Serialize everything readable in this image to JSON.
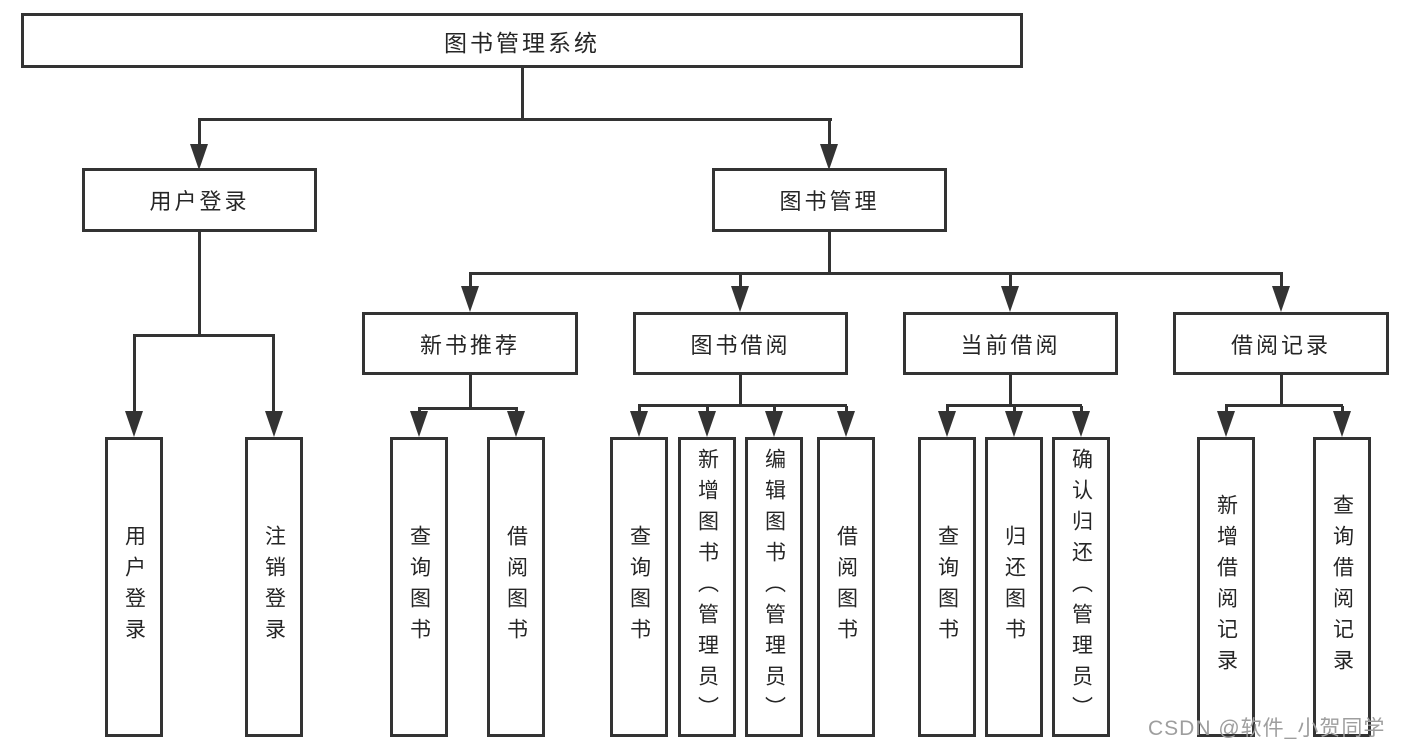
{
  "diagram_title": "图书管理系统",
  "watermark": "CSDN @软件_小贺同学",
  "colors": {
    "line": "#333333",
    "text": "#262626",
    "background": "#ffffff",
    "watermark": "#9e9e9e"
  },
  "nodes": {
    "root": {
      "label": "图书管理系统"
    },
    "user_login": {
      "label": "用户登录",
      "parent": "图书管理系统"
    },
    "book_management": {
      "label": "图书管理",
      "parent": "图书管理系统"
    },
    "leaf_user_login": {
      "label": "用户登录",
      "parent": "用户登录"
    },
    "leaf_logout": {
      "label": "注销登录",
      "parent": "用户登录"
    },
    "new_book_recommend": {
      "label": "新书推荐",
      "parent": "图书管理"
    },
    "book_borrowing": {
      "label": "图书借阅",
      "parent": "图书管理"
    },
    "current_borrowing": {
      "label": "当前借阅",
      "parent": "图书管理"
    },
    "borrowing_records": {
      "label": "借阅记录",
      "parent": "图书管理"
    },
    "rec_query_books": {
      "label": "查询图书",
      "parent": "新书推荐"
    },
    "rec_borrow_books": {
      "label": "借阅图书",
      "parent": "新书推荐"
    },
    "bb_query_books": {
      "label": "查询图书",
      "parent": "图书借阅"
    },
    "bb_add_books": {
      "label": "新增图书（管理员）",
      "parent": "图书借阅"
    },
    "bb_edit_books": {
      "label": "编辑图书（管理员）",
      "parent": "图书借阅"
    },
    "bb_borrow_books": {
      "label": "借阅图书",
      "parent": "图书借阅"
    },
    "cb_query_books": {
      "label": "查询图书",
      "parent": "当前借阅"
    },
    "cb_return_books": {
      "label": "归还图书",
      "parent": "当前借阅"
    },
    "cb_confirm_return": {
      "label": "确认归还（管理员）",
      "parent": "当前借阅"
    },
    "br_add_record": {
      "label": "新增借阅记录",
      "parent": "借阅记录"
    },
    "br_query_record": {
      "label": "查询借阅记录",
      "parent": "借阅记录"
    }
  }
}
